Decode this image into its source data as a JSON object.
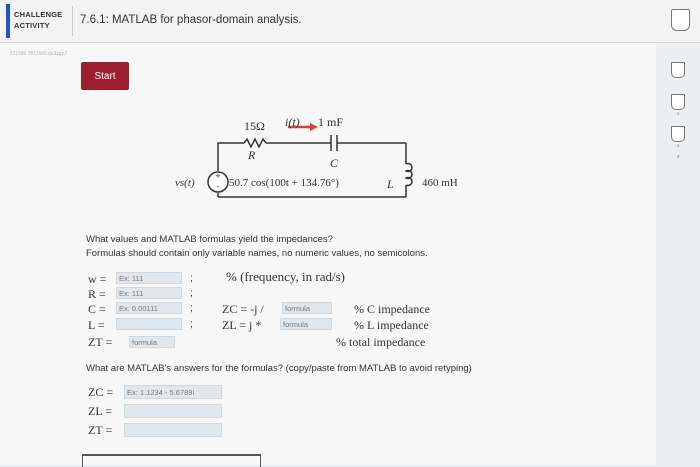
{
  "header": {
    "badge_line1": "CHALLENGE",
    "badge_line2": "ACTIVITY",
    "activity_title": "7.6.1: MATLAB for phasor-domain analysis."
  },
  "activity": {
    "code": "511586.3511666.qx3zqy7",
    "start_label": "Start"
  },
  "side_progress": {
    "labels": [
      "1",
      "2",
      "3"
    ]
  },
  "circuit": {
    "resistor_value": "15Ω",
    "current_label": "i(t)",
    "capacitor_value": "1 mF",
    "resistor_label": "R",
    "capacitor_label": "C",
    "source_label": "vs(t)",
    "source_expression": "50.7 cos(100t + 134.76°)",
    "inductor_label": "L",
    "inductor_value": "460 mH"
  },
  "question1": {
    "line1": "What values and MATLAB formulas yield the impedances?",
    "line2": "Formulas should contain only variable names, no numeric values, no semicolons.",
    "w_label": "w =",
    "w_placeholder": "Ex: 111",
    "w_comment": "% (frequency, in rad/s)",
    "r_label": "R =",
    "r_placeholder": "Ex: 111",
    "c_label": "C =",
    "c_placeholder": "Ex: 0.00111",
    "l_label": "L =",
    "zc_label": "ZC = -j /",
    "zc_placeholder": "formula",
    "zc_comment": "% C impedance",
    "zl_label": "ZL = j *",
    "zl_placeholder": "formula",
    "zl_comment": "% L impedance",
    "zt_label": "ZT =",
    "zt_placeholder": "formula",
    "zt_comment": "% total impedance",
    "semicolon": ";"
  },
  "question2": {
    "prompt": "What are MATLAB's answers for the formulas? (copy/paste from MATLAB to avoid retyping)",
    "zc_label": "ZC =",
    "zc_placeholder": "Ex: 1.1234 - 5.6789i",
    "zl_label": "ZL =",
    "zt_label": "ZT ="
  },
  "colors": {
    "accent_blue": "#1b57c9",
    "start_button": "#9c1f2d",
    "current_arrow": "#e33b3b",
    "input_bg": "#e1e8ed"
  }
}
